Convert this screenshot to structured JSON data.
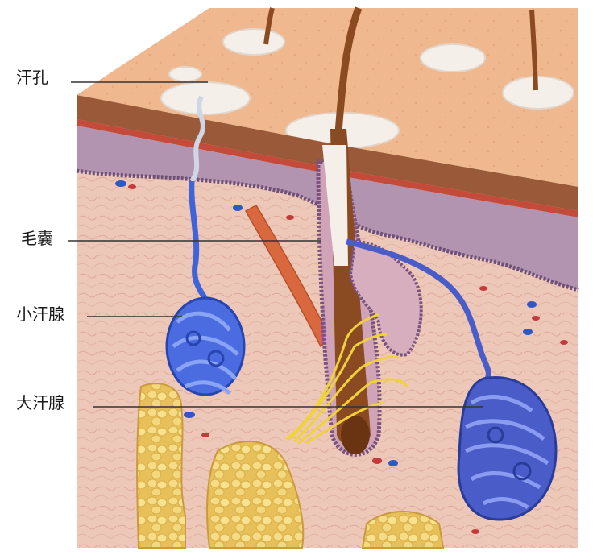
{
  "labels": {
    "sweat_pore": "汗孔",
    "hair_follicle": "毛囊",
    "eccrine_gland": "小汗腺",
    "apocrine_gland": "大汗腺"
  },
  "colors": {
    "surface": "#f0b88e",
    "epidermis_brown": "#9a5a3a",
    "epidermis_red": "#c44a3a",
    "basal_purple": "#a88aa6",
    "dermis": "#edc8b8",
    "fat": "#f3d67a",
    "gland_blue": "#3f63d8",
    "hair": "#8a4a22",
    "nerve": "#f0d23a",
    "muscle": "#d9683e"
  }
}
